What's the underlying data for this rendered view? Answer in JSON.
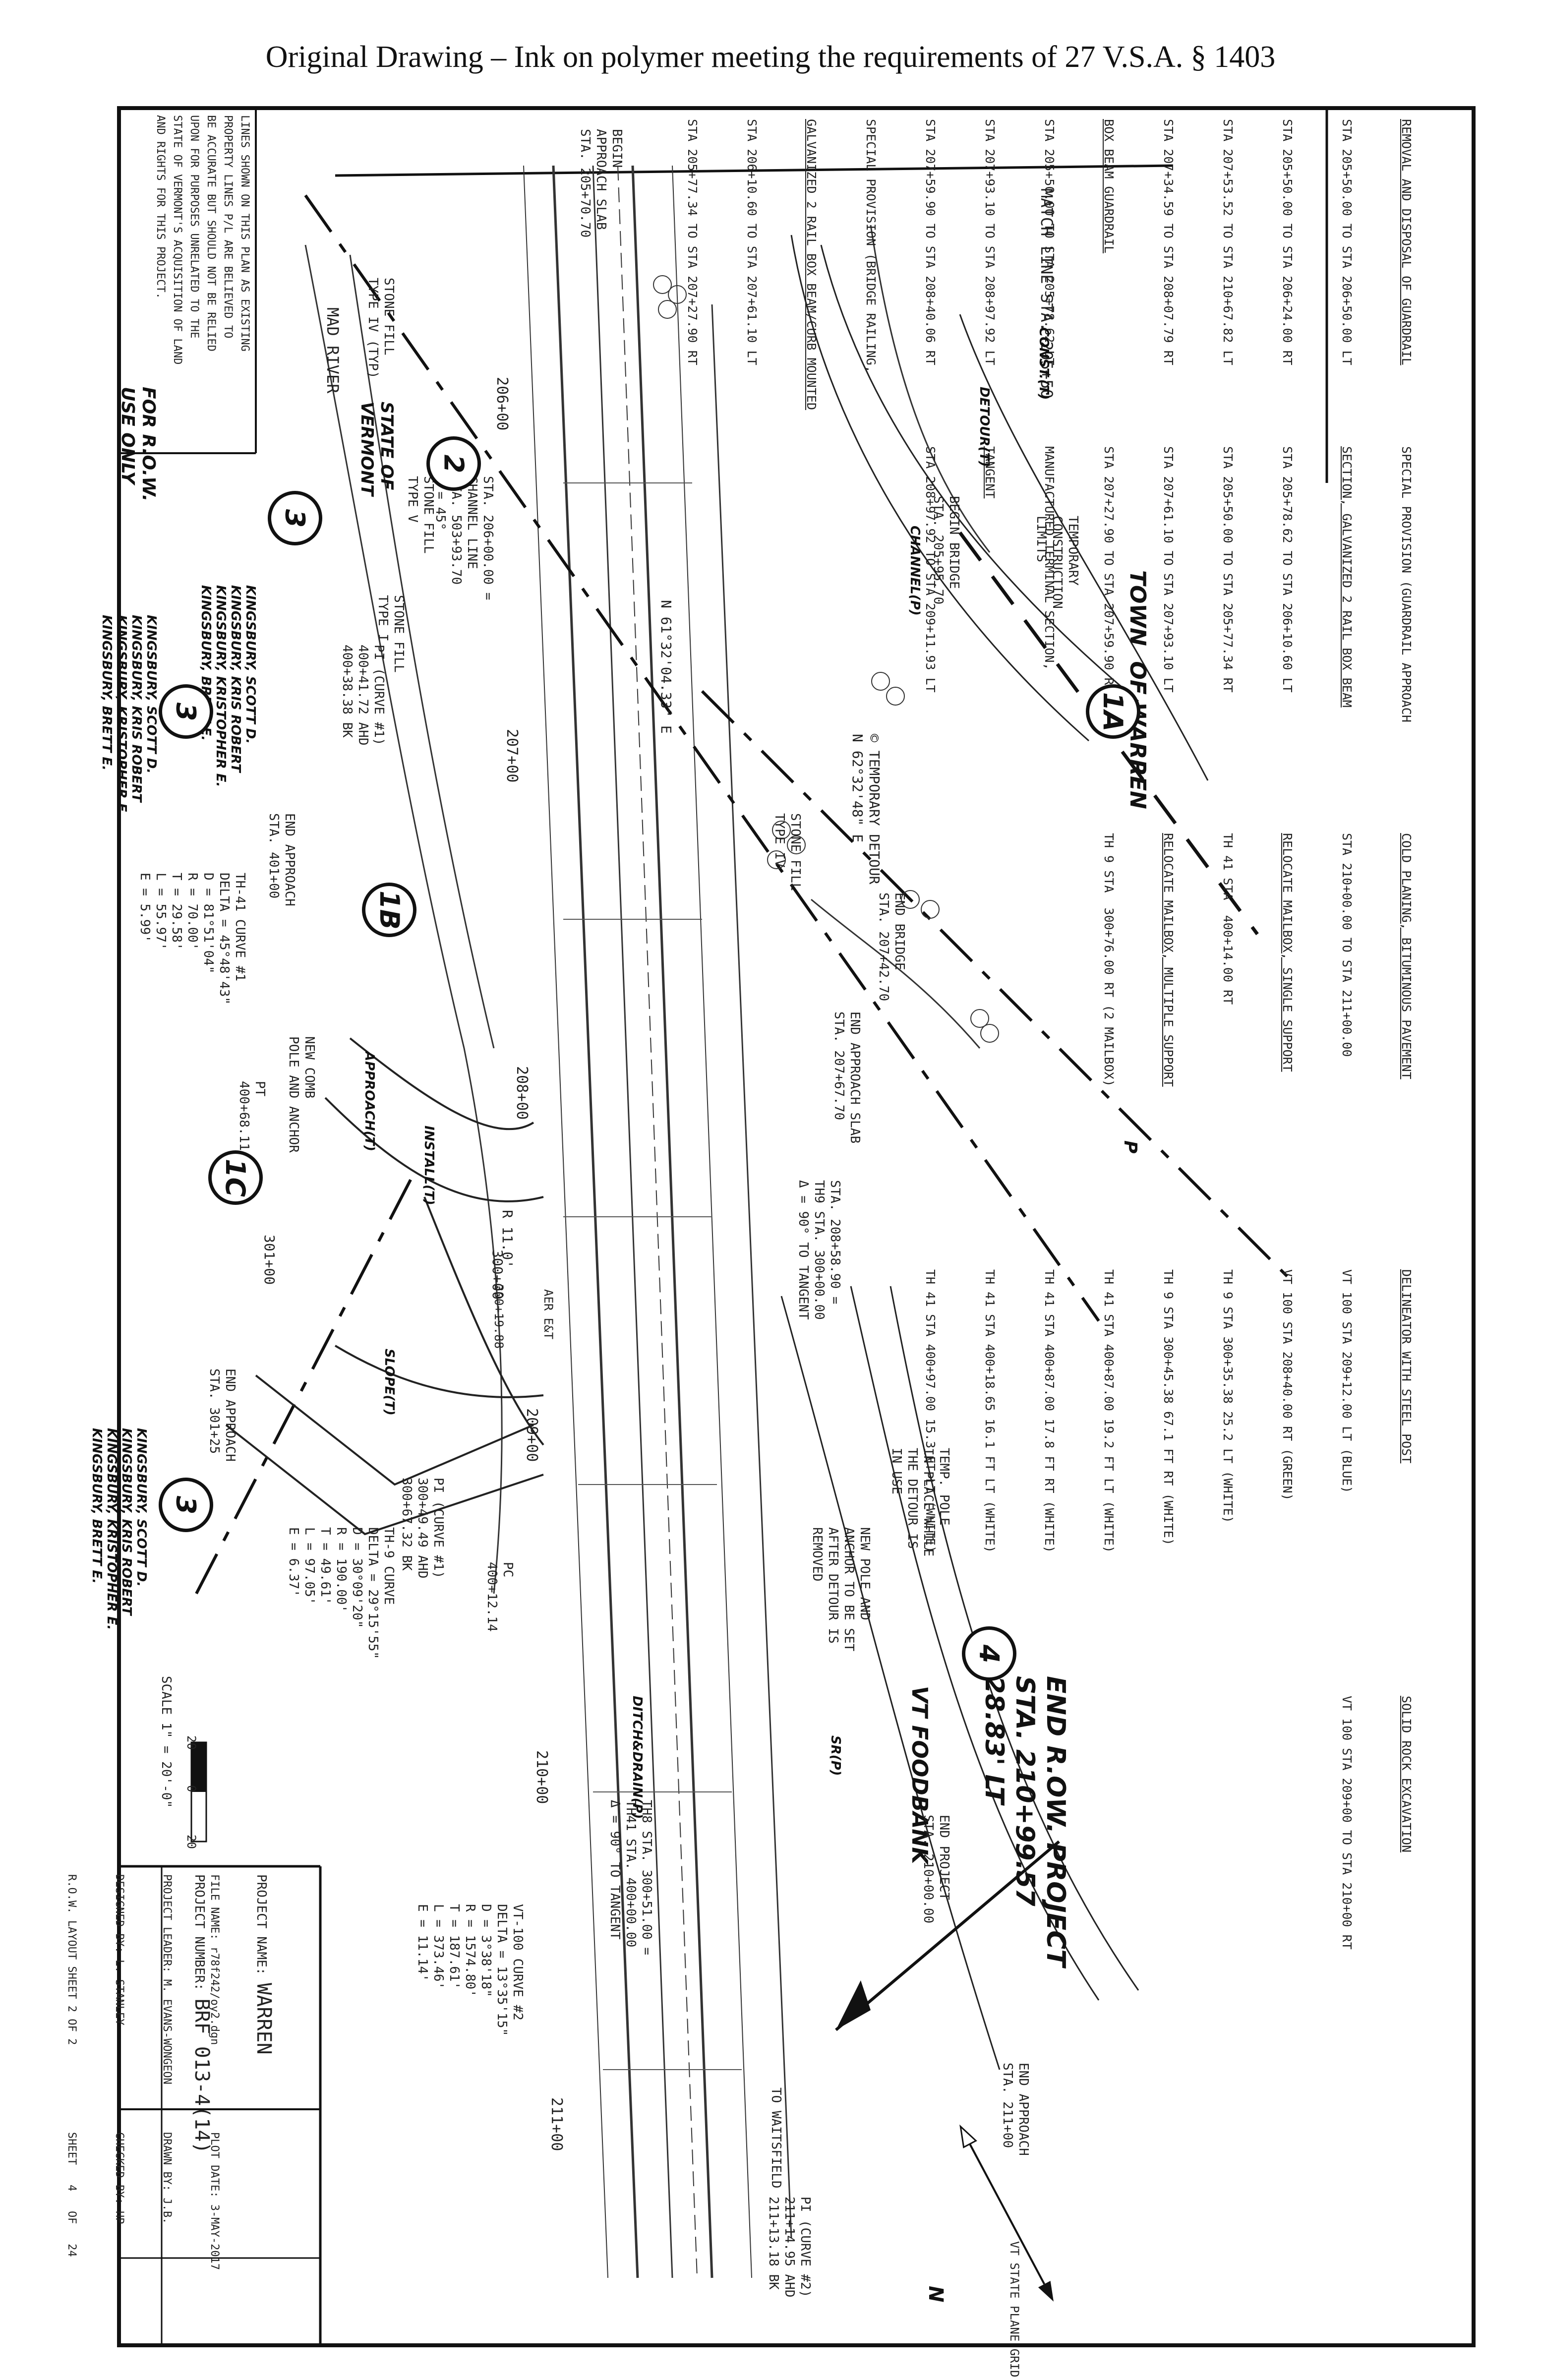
{
  "caption": "Original Drawing – Ink on polymer meeting the requirements of 27 V.S.A. § 1403",
  "notes_columns": [
    {
      "heading": "REMOVAL AND DISPOSAL OF GUARDRAIL",
      "lines": [
        "STA 205+50.00 TO STA 206+50.00 LT",
        "STA 205+50.00 TO STA 206+24.00 RT",
        "STA 207+53.52 TO STA 210+67.82 LT",
        "STA 207+34.59 TO STA 208+07.79 RT"
      ],
      "heading2": "BOX BEAM GUARDRAIL",
      "lines2": [
        "STA 205+50.00 TO STA 205+78.62 LT",
        "STA 207+93.10 TO STA 208+97.92 LT",
        "STA 207+59.90 TO STA 208+40.06 RT"
      ],
      "heading3": "SPECIAL PROVISION (BRIDGE RAILING,",
      "heading3b": "GALVANIZED 2 RAIL BOX BEAM/CURB MOUNTED",
      "lines3": [
        "STA 206+10.60 TO STA 207+61.10 LT",
        "STA 205+77.34 TO STA 207+27.90 RT"
      ]
    },
    {
      "heading": "SPECIAL PROVISION (GUARDRAIL APPROACH",
      "heading_b": "SECTION, GALVANIZED 2 RAIL BOX BEAM",
      "lines": [
        "STA 205+78.62 TO STA 206+10.60 LT",
        "STA 205+50.00 TO STA 205+77.34 RT",
        "STA 207+61.10 TO STA 207+93.10 LT",
        "STA 207+27.90 TO STA 207+59.90 RT"
      ],
      "heading2": "MANUFACTURED TERMINAL SECTION,",
      "heading2b": "TANGENT",
      "lines2": [
        "STA 208+97.92 TO STA 209+11.93 LT"
      ]
    },
    {
      "heading": "COLD PLANING, BITUMINOUS PAVEMENT",
      "lines": [
        "STA 210+00.00 TO STA 211+00.00"
      ],
      "heading2": "RELOCATE MAILBOX, SINGLE SUPPORT",
      "lines2": [
        "TH 41 STA  400+14.00 RT"
      ],
      "heading3": "RELOCATE MAILBOX, MULTIPLE SUPPORT",
      "lines3": [
        "TH 9 STA  300+76.00 RT (2 MAILBOX)"
      ]
    },
    {
      "heading": "DELINEATOR WITH STEEL POST",
      "lines": [
        "VT 100 STA 209+12.00 LT (BLUE)",
        "VT 100 STA 208+40.00 RT (GREEN)",
        "TH 9 STA 300+35.38 25.2 LT (WHITE)",
        "TH 9 STA 300+45.38 67.1 FT RT (WHITE)",
        "TH 41 STA 400+87.00 19.2 FT LT (WHITE)",
        "TH 41 STA 400+87.00 17.8 FT RT (WHITE)",
        "TH 41 STA 400+18.65 16.1 FT LT (WHITE)",
        "TH 41 STA 400+97.00 15.3 FT LT (WHITE)"
      ]
    },
    {
      "heading": "SOLID ROCK EXCAVATION",
      "lines": [
        "VT 100 STA 209+00 TO STA 210+00 RT"
      ]
    }
  ],
  "plan_labels": {
    "match_line": "MATCH LINE STA. 205+50",
    "town": "TOWN  OF WARREN",
    "mad_river": "MAD RIVER",
    "state_of_vermont": "STATE OF\nVERMONT",
    "vt_foodbank": "VT FOODBANK",
    "end_row": "END R.OW. PROJECT\nSTA. 210+99.57\n28.83' LT",
    "for_row": "FOR R.O.W.\nUSE ONLY",
    "owner_3a": "KINGSBURY, SCOTT D.\nKINGSBURY, KRIS ROBERT\nKINGSBURY, KRISTOPHER E.\nKINGSBURY, BRETT E.",
    "owner_3b": "KINGSBURY, SCOTT D.\nKINGSBURY, KRIS ROBERT\nKINGSBURY, KRISTOPHER E.\nKINGSBURY, BRETT E.",
    "owner_3c": "KINGSBURY, SCOTT D.\nKINGSBURY, KRIS ROBERT\nKINGSBURY, KRISTOPHER E.\nKINGSBURY, BRETT E.",
    "begin_approach": "BEGIN\nAPPROACH SLAB\nSTA. 205+70.70",
    "begin_bridge": "BEGIN BRIDGE\nSTA. 205+95.70",
    "temp_construction": "TEMPORARY\nCONSTRUCTION\nLIMITS",
    "const_limits": "CONST.(T)",
    "detour": "DETOUR(T)",
    "channel": "CHANNEL(P)",
    "temporary_detour": "© TEMPORARY DETOUR\nN 62°32'48\" E",
    "bearing_main": "N 61°32'04.33\" E",
    "end_bridge": "END BRIDGE\nSTA. 207+42.70",
    "end_approach_slab": "END APPROACH SLAB\nSTA. 207+67.70",
    "stone_fill_1": "STONE FILL\nTYPE IV",
    "stone_fill_2": "STONE FILL\nTYPE IV (TYP)",
    "stone_fill_3": "STONE FILL\nTYPE V",
    "stone_fill_4": "STONE FILL\nTYPE I",
    "channel_line": "STA. 206+00.00 =\nCHANNEL LINE\nSTA. 503+93.70\nΔ = 45°",
    "pi_curve1": "PI (CURVE #1)\n400+41.72 AHD\n400+38.38 BK",
    "end_approach_401": "END APPROACH\nSTA. 401+00",
    "th41_curve": "TH-41 CURVE #1\nDELTA = 45°48'43\"\nD = 81°51'04\"\nR = 70.00'\nT = 29.58'\nL = 55.97'\nE = 5.99'",
    "new_comb_pole": "NEW COMB\nPOLE AND ANCHOR",
    "pt_400": "PT\n400+68.11",
    "approach_t": "APPROACH(T)",
    "install_t": "INSTALL(T)",
    "station_208": "STA. 208+58.90 =\nTH9 STA. 300+00.00\nΔ = 90° TO TANGENT",
    "r_11": "R 11.0'",
    "temp_pole": "TEMP. POLE\nIN PLACE WHILE\nTHE DETOUR IS\nIN USE",
    "new_pole": "NEW POLE AND\nANCHOR TO BE SET\nAFTER DETOUR IS\nREMOVED",
    "end_approach_301": "END APPROACH\nSTA. 301+25",
    "th9_curve": "TH-9 CURVE\nDELTA = 29°15'55\"\nD = 30°09'20\"\nR = 190.00'\nT = 49.61'\nL = 97.05'\nE = 6.37'",
    "pc_400": "PC\n400+12.14",
    "pi_curve_th9": "PI (CURVE #1)\n300+49.49 AHD\n300+67.32 BK",
    "th8_sta": "TH8 STA. 300+51.00 =\nTH41 STA. 400+00.00\nΔ = 90° TO TANGENT",
    "vt100_curve2": "VT-100 CURVE #2\nDELTA = 13°35'15\"\nD = 3°38'18\"\nR = 1574.80'\nT = 187.61'\nL = 373.46'\nE = 11.14'",
    "end_project": "END PROJECT\nSTA. 210+00.00",
    "end_approach_211": "END APPROACH\nSTA. 211+00",
    "pi_curve2": "PI (CURVE #2)\n211+14.95 AHD\n211+13.18 BK",
    "to_waitsfield": "TO WAITSFIELD",
    "state_plane_grid": "VT STATE PLANE GRID",
    "north": "N",
    "stations": [
      "206+00",
      "207+00",
      "208+00",
      "209+00",
      "210+00",
      "211+00",
      "301+00",
      "300+00"
    ],
    "station_208_9": "300+19.88",
    "ditch": "DITCH&DRAIN(P)",
    "slope": "SLOPE(T)",
    "sr_p": "SR(P)",
    "aer": "AER E&T",
    "row_line": "P",
    "note_lines": "LINES SHOWN ON THIS PLAN AS EXISTING\nPROPERTY LINES P/L ARE BELIEVED TO\nBE ACCURATE BUT SHOULD NOT BE RELIED\nUPON FOR PURPOSES UNRELATED TO THE\nSTATE OF VERMONT'S ACQUISITION OF LAND\nAND RIGHTS FOR THIS PROJECT."
  },
  "parcels": [
    "1A",
    "1B",
    "1C",
    "2",
    "3",
    "3",
    "3",
    "4"
  ],
  "scale": {
    "label": "SCALE 1\" = 20'-0\"",
    "ticks": [
      "20",
      "0",
      "20"
    ]
  },
  "title_block": {
    "project_name_label": "PROJECT NAME:",
    "project_name": "WARREN",
    "project_number_label": "PROJECT NUMBER:",
    "project_number": "BRF 013-4(14)",
    "file_name": "FILE NAME: r78f242/oy2.dgn",
    "project_leader": "PROJECT LEADER: M. EVANS-WONGEON",
    "designed_by": "DESIGNED BY: L. STANLEY",
    "row_sheet": "R.O.W. LAYOUT SHEET 2 OF 2",
    "plot_date": "PLOT DATE: 3-MAY-2017",
    "drawn_by": "DRAWN BY: J.B.",
    "checked_by": "CHECKED BY: HP",
    "sheet": "SHEET   4   OF   24"
  }
}
